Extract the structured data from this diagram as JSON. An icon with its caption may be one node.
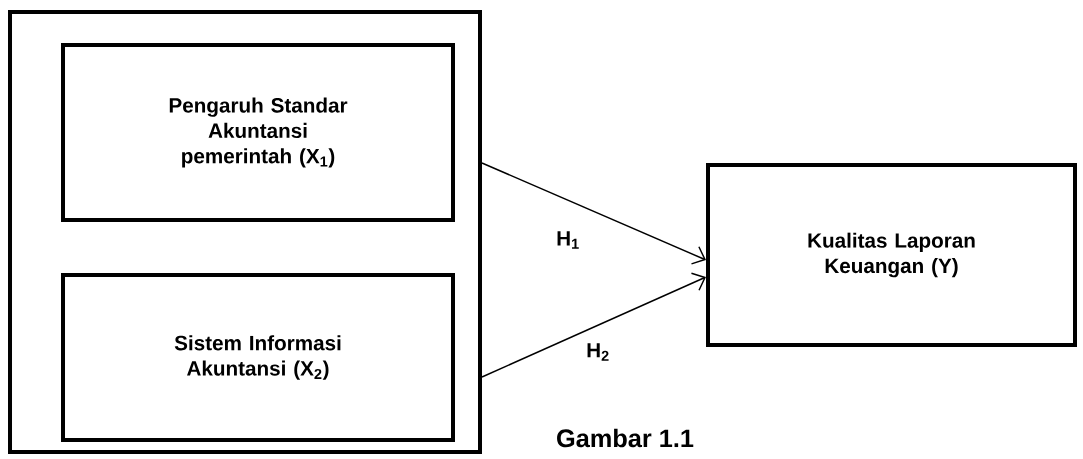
{
  "diagram": {
    "nodes": [
      {
        "text": [],
        "shape": "box"
      },
      {
        "text": [
          "Pengaruh Standar Akuntansi pemerintah (X$_{1}$)"
        ],
        "in": 0
      },
      {
        "text": [
          "Sistem Informasi Akuntansi (X$_{2}$)"
        ],
        "in": 0
      },
      {
        "text": [
          "Kualitas Laporan Keuangan (Y)"
        ]
      }
    ],
    "edges": [
      {
        "from": 0,
        "to": 3,
        "arrow": "to",
        "label": "H$_{1}$"
      },
      {
        "from": 0,
        "to": 3,
        "arrow": "to",
        "label": "H$_{2}$"
      }
    ],
    "labels": [
      "Gambar 1.1"
    ]
  }
}
